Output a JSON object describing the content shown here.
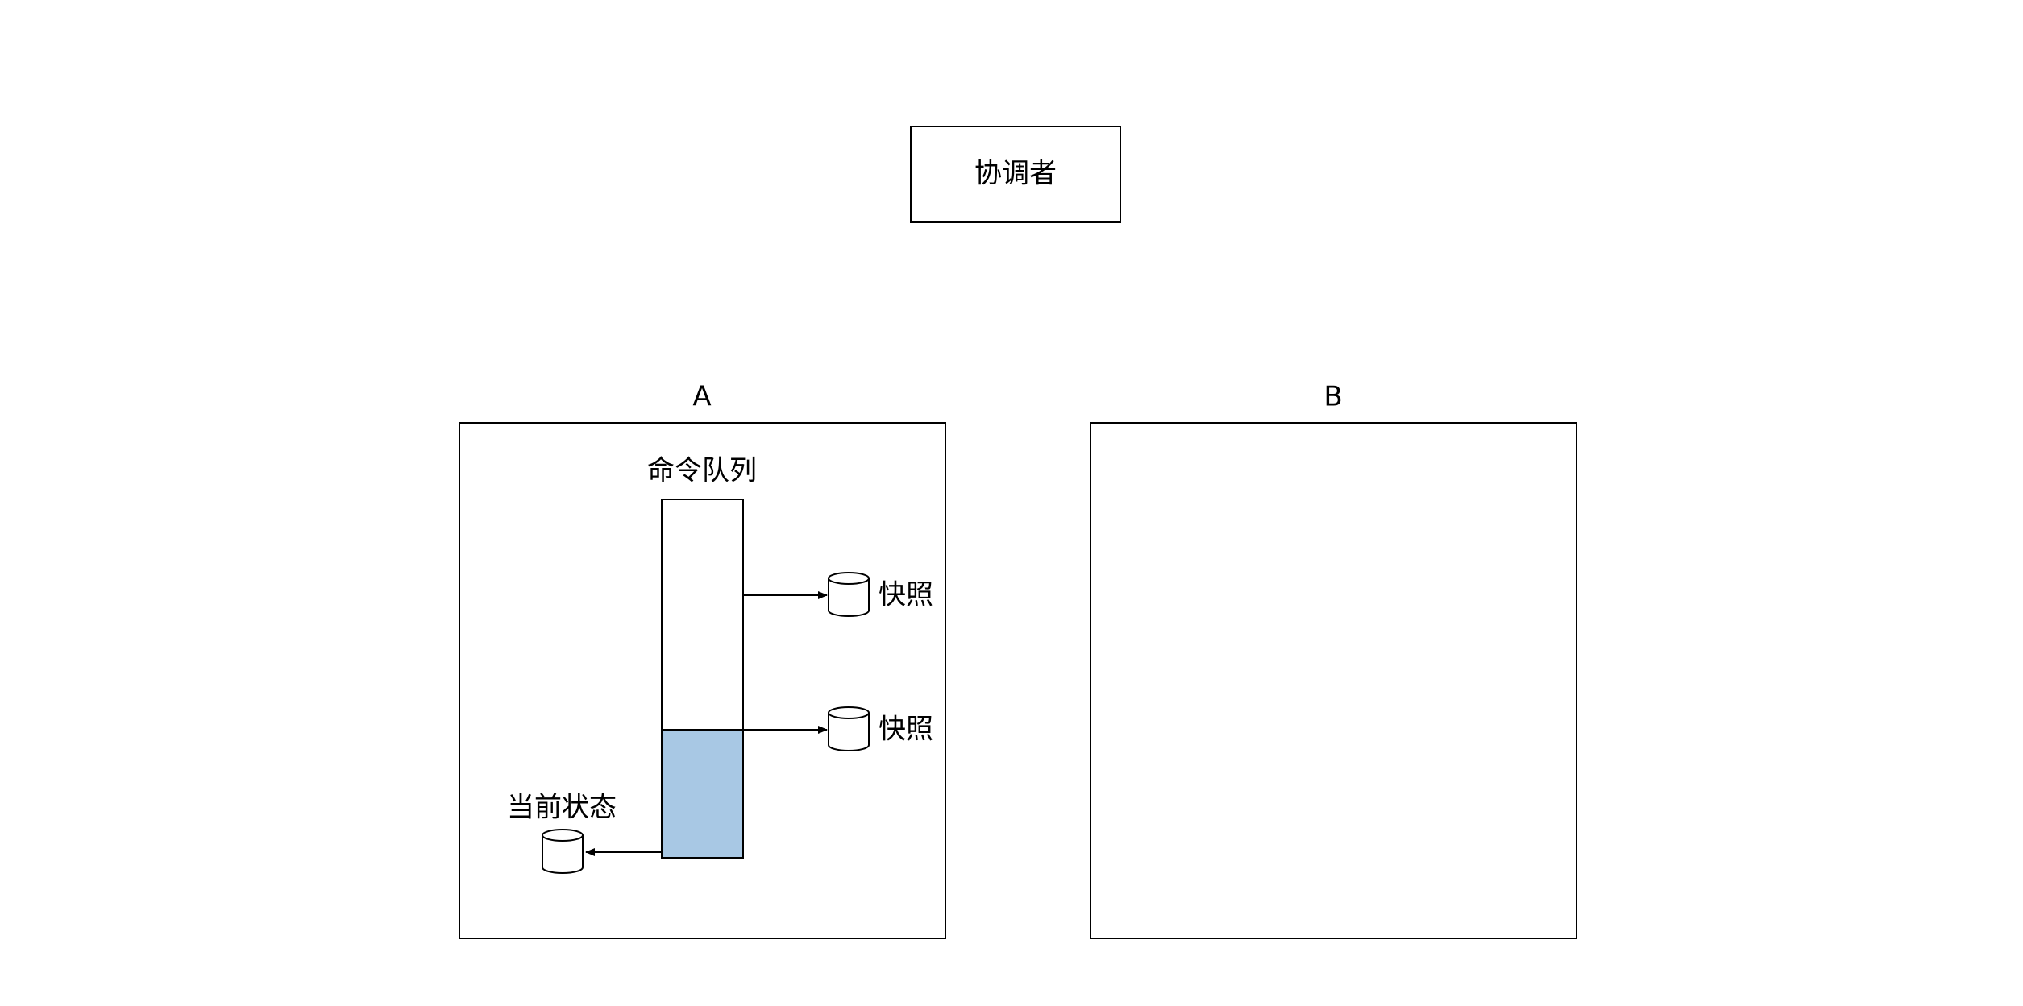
{
  "coordinator": {
    "label": "协调者"
  },
  "nodes": [
    {
      "label": "A",
      "queue": {
        "label": "命令队列"
      },
      "snapshots": [
        {
          "label": "快照"
        },
        {
          "label": "快照"
        }
      ],
      "current_state": {
        "label": "当前状态"
      }
    },
    {
      "label": "B"
    }
  ],
  "colors": {
    "stroke": "#000000",
    "queue_fill": "#a8c8e4",
    "background": "#ffffff"
  }
}
